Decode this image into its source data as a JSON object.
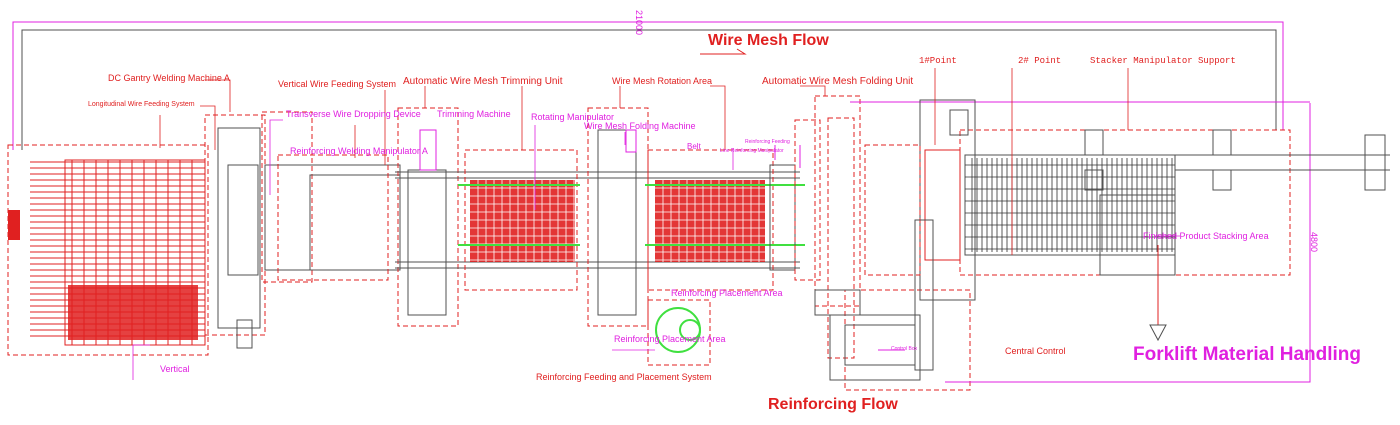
{
  "title_wire_mesh_flow": "Wire Mesh Flow",
  "title_reinforcing_flow": "Reinforcing Flow",
  "title_forklift": "Forklift Material Handling",
  "dimensions": {
    "width": "21000",
    "height": "4800"
  },
  "labels": {
    "dc_gantry": "DC Gantry Welding Machine A",
    "longitudinal_feeding": "Longitudinal Wire Feeding System",
    "vertical_wire_feeding": "Vertical Wire Feeding System",
    "transverse_dropping": "Transverse Wire Dropping Device",
    "reinforcing_welding_manipulator": "Reinforcing Welding Manipulator A",
    "trimming_unit": "Automatic Wire Mesh Trimming Unit",
    "trimming_machine": "Trimming Machine",
    "rotation_area": "Wire Mesh Rotation Area",
    "rotating_manipulator": "Rotating Manipulator",
    "folding_machine": "Wire Mesh Folding Machine",
    "belt": "Belt",
    "reinforcing_feeding_small": "Reinforcing Feeding",
    "line_reinforcing_manipulator": "Line Reinforcing Manipulator",
    "folding_unit": "Automatic Wire Mesh Folding Unit",
    "point1": "1#Point",
    "point2": "2# Point",
    "stacker_support": "Stacker Manipulator Support",
    "finished_stacking": "Finished Product Stacking Area",
    "reinforcing_placement_area_1": "Reinforcing Placement Area",
    "reinforcing_placement_area_2": "Reinforcing Placement Area",
    "reinforcing_feeding_system": "Reinforcing Feeding and Placement System",
    "central_control": "Central Control",
    "vertical": "Vertical",
    "control_box": "Control Box"
  },
  "colors": {
    "machine": "#e02020",
    "annotation": "#e020e0",
    "outline": "#606060",
    "green": "#40e040"
  }
}
